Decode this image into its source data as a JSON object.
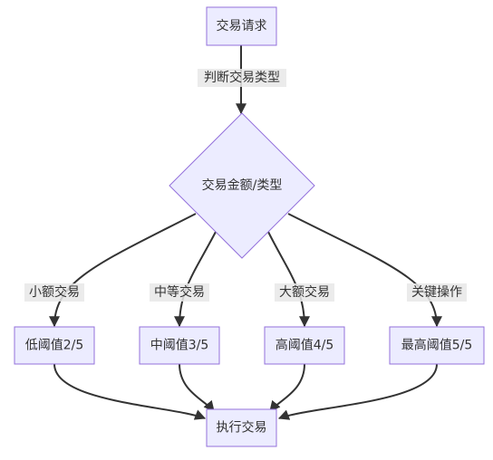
{
  "nodes": {
    "start": "交易请求",
    "decision": "交易金额/类型",
    "low": "低阈值2/5",
    "mid": "中阈值3/5",
    "high": "高阈值4/5",
    "highest": "最高阈值5/5",
    "execute": "执行交易"
  },
  "edges": {
    "judge": "判断交易类型",
    "small": "小额交易",
    "medium": "中等交易",
    "large": "大额交易",
    "critical": "关键操作"
  },
  "colors": {
    "node_fill": "#ECECFF",
    "node_stroke": "#9370DB",
    "line": "#333333",
    "label_bg": "#E8E8E8"
  }
}
